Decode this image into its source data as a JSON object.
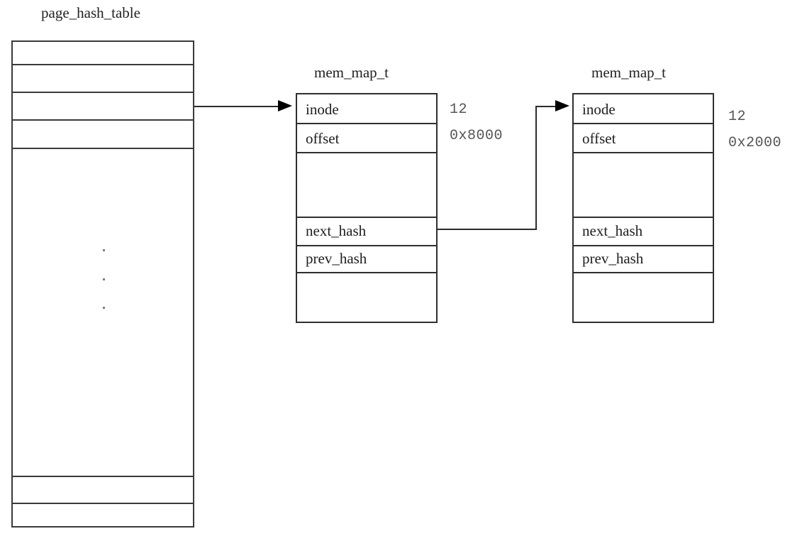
{
  "diagram": {
    "type": "memory-structure-diagram",
    "background_color": "#ffffff",
    "line_color": "#2f2f2f",
    "value_text_color": "#555555"
  },
  "hash_table": {
    "title": "page_hash_table",
    "bucket_count_visible": 6,
    "ellipsis": "vertical-dots",
    "linked_bucket_index": 3
  },
  "nodes": [
    {
      "title": "mem_map_t",
      "fields": [
        "inode",
        "offset",
        "",
        "next_hash",
        "prev_hash",
        ""
      ],
      "field_inode": "inode",
      "field_offset": "offset",
      "field_next_hash": "next_hash",
      "field_prev_hash": "prev_hash",
      "values": {
        "inode": "12",
        "offset": "0x8000"
      }
    },
    {
      "title": "mem_map_t",
      "fields": [
        "inode",
        "offset",
        "",
        "next_hash",
        "prev_hash",
        ""
      ],
      "field_inode": "inode",
      "field_offset": "offset",
      "field_next_hash": "next_hash",
      "field_prev_hash": "prev_hash",
      "values": {
        "inode": "12",
        "offset": "0x2000"
      }
    }
  ],
  "connectors": [
    {
      "name": "bucket-to-node1",
      "from": "page_hash_table bucket 3",
      "to": "mem_map_t #1 inode row",
      "arrow": "right"
    },
    {
      "name": "node1-next-hash-to-node2",
      "from": "mem_map_t #1 next_hash",
      "to": "mem_map_t #2 inode row",
      "arrow": "right"
    }
  ]
}
